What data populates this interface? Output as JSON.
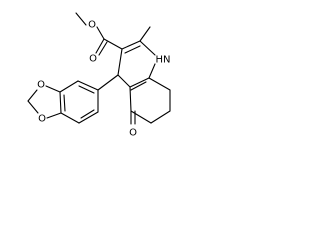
{
  "structure": {
    "atoms": {
      "carbonyl_oxygen": "O",
      "ester_oxygen": "O",
      "methyl_label": "",
      "nh": "HN",
      "ketone_oxygen": "O",
      "dioxole_o1": "O",
      "dioxole_o2": "O"
    }
  },
  "colors": {
    "ink": "#000000",
    "background": "#ffffff"
  }
}
